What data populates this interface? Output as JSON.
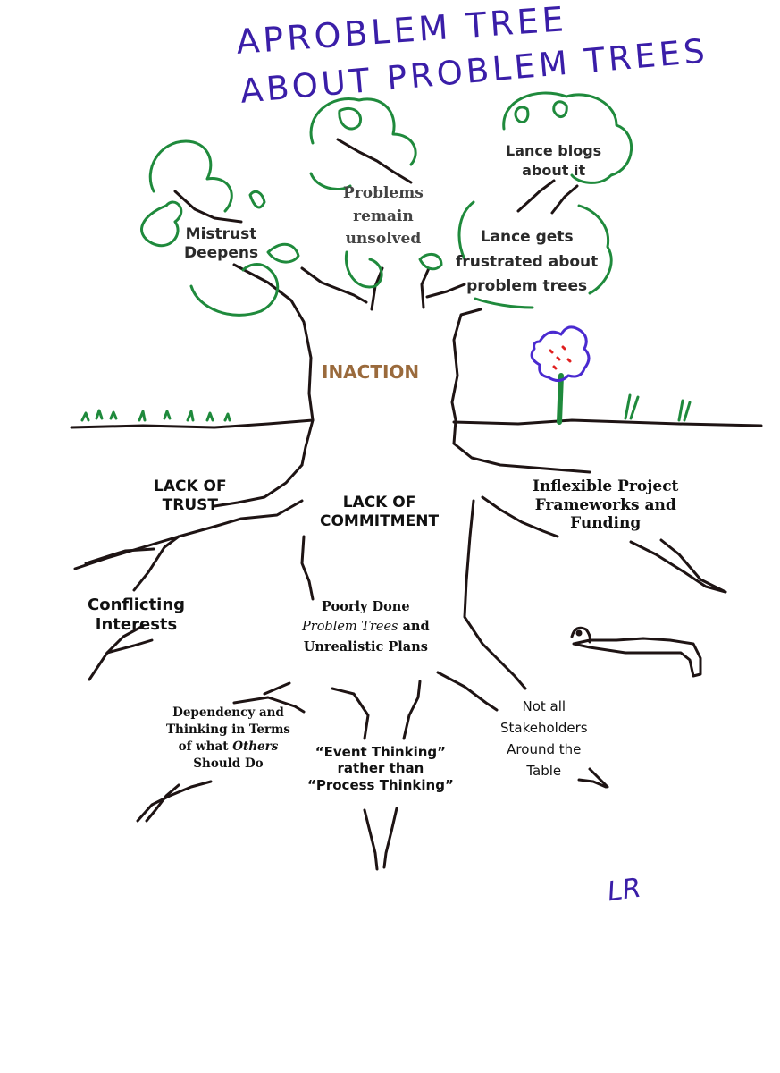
{
  "title": {
    "line1": "APROBLEM TREE",
    "line2": "ABOUT PROBLEM TREES"
  },
  "leaves": {
    "mistrust": [
      "Mistrust",
      "Deepens"
    ],
    "unsolved": [
      "Problems",
      "remain",
      "unsolved"
    ],
    "blogs": [
      "Lance blogs",
      "about it"
    ],
    "frustrated": [
      "Lance gets",
      "frustrated about",
      "problem trees"
    ]
  },
  "trunk": {
    "label": "INACTION"
  },
  "roots": {
    "lack_trust": [
      "LACK OF",
      "TRUST"
    ],
    "lack_commitment": [
      "LACK OF",
      "COMMITMENT"
    ],
    "inflexible": [
      "Inflexible Project",
      "Frameworks and",
      "Funding"
    ],
    "conflicting": [
      "Conflicting",
      "Interests"
    ],
    "poorly_done": {
      "line1": "Poorly Done",
      "line2_italic": "Problem Trees",
      "line2_rest": " and",
      "line3": "Unrealistic Plans"
    },
    "dependency": {
      "line1": "Dependency and",
      "line2": "Thinking in Terms",
      "line3_pre": "of what ",
      "line3_italic": "Others",
      "line4": "Should Do"
    },
    "event_thinking": [
      "“Event Thinking”",
      "rather than",
      "“Process Thinking”"
    ],
    "stakeholders": [
      "Not all",
      "Stakeholders",
      "Around the",
      "Table"
    ]
  },
  "signature": "LR",
  "colors": {
    "ink": "#1e1414",
    "leaf_green": "#1f8a3c",
    "title_purple": "#3a1ea8",
    "trunk_label": "#9a6a3c",
    "flower_purple": "#4a2ad0",
    "flower_red": "#e02020"
  }
}
